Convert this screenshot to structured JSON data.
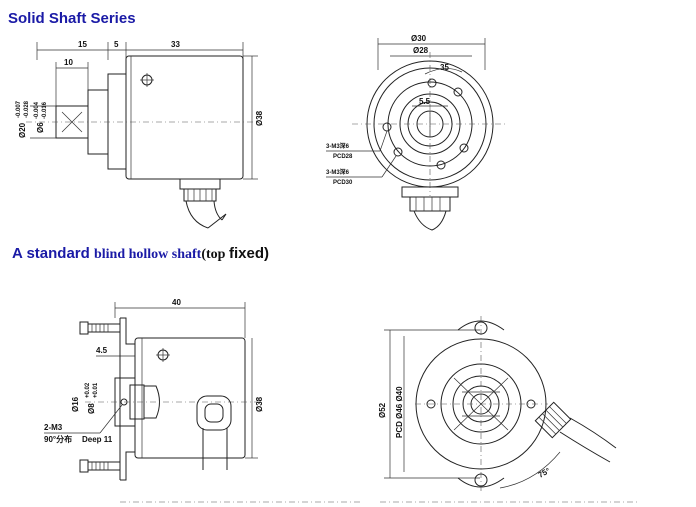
{
  "titles": {
    "solid_shaft": "Solid Shaft Series",
    "hollow_a": "A standard ",
    "hollow_b": "blind hollow shaft",
    "hollow_c": "(top ",
    "hollow_d": "fixed)"
  },
  "solid_side": {
    "dim_15": "15",
    "dim_5": "5",
    "dim_33": "33",
    "dim_10": "10",
    "dim_shaft": "Ø20",
    "dim_shaft_tol_a": "-0.007",
    "dim_shaft_tol_b": "-0.028",
    "dim_inner": "Ø6",
    "dim_inner_tol_a": "-0.004",
    "dim_inner_tol_b": "-0.016",
    "dim_38": "Ø38"
  },
  "solid_front": {
    "dim_30": "Ø30",
    "dim_28": "Ø28",
    "dim_35": "35",
    "dim_55": "5.5",
    "screw1": "3-M3深6",
    "pcd1": "PCD28",
    "screw2": "3-M3深6",
    "pcd2": "PCD30"
  },
  "hollow_side": {
    "dim_40": "40",
    "dim_45": "4.5",
    "dim_16": "Ø16",
    "dim_8": "Ø8",
    "dim_8_tol_a": "+0.02",
    "dim_8_tol_b": "+0.01",
    "dim_38": "Ø38",
    "screw": "2-M3",
    "angle": "90°分布",
    "deep": "Deep 11"
  },
  "hollow_front": {
    "dim_52": "Ø52",
    "pcd": "PCD Ø46 Ø40",
    "angle": "75°"
  }
}
